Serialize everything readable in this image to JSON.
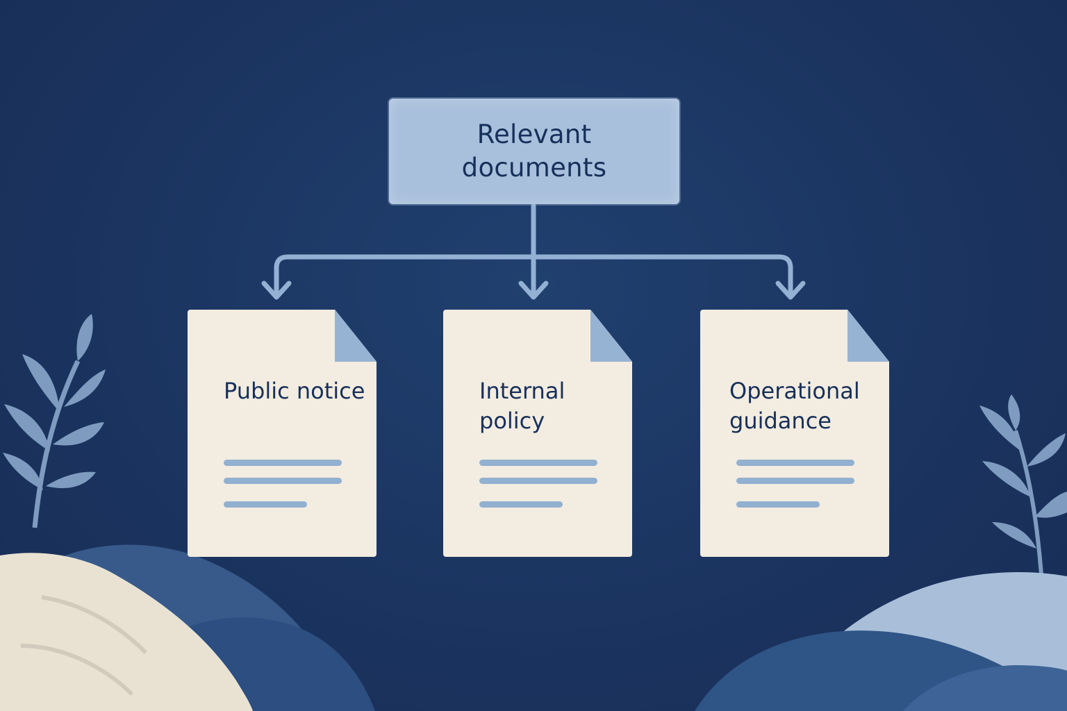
{
  "diagram": {
    "root": {
      "label": "Relevant documents"
    },
    "children": [
      {
        "label": "Public notice"
      },
      {
        "label": "Internal policy"
      },
      {
        "label": "Operational guidance"
      }
    ]
  },
  "colors": {
    "background": "#1c3560",
    "root_fill": "#a9c0dc",
    "document_fill": "#f3ece0",
    "connector": "#93b1d3",
    "text": "#17305a"
  }
}
